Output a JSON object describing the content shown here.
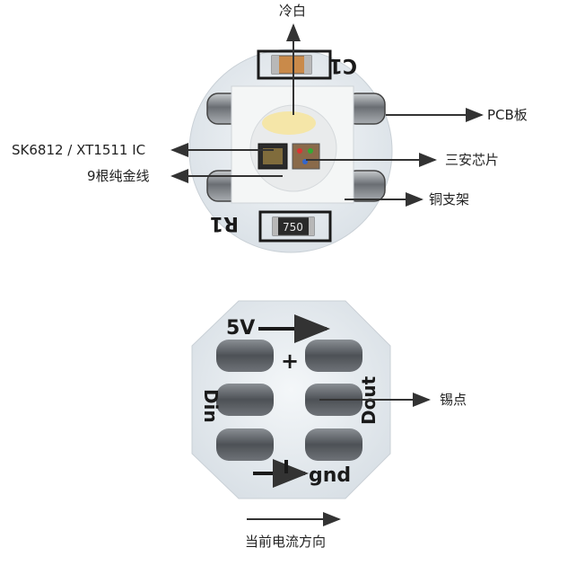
{
  "labels": {
    "cold_white": "冷白",
    "pcb_board": "PCB板",
    "ic_model": "SK6812 / XT1511 IC",
    "three_chips": "三安芯片",
    "gold_wires": "9根纯金线",
    "copper_frame": "铜支架",
    "solder_point": "锡点",
    "current_direction": "当前电流方向"
  },
  "silkscreen": {
    "cap": "C1",
    "res_ref": "R1",
    "res_value": "750",
    "pin_5v": "5V",
    "pin_plus": "+",
    "pin_din": "Din",
    "pin_dout": "Dout",
    "pin_gnd": "gnd"
  },
  "colors": {
    "pcb": "#e9eef2",
    "led_white": "#f3f5f5",
    "phosphor": "#f5e6a8",
    "pad": "#5d6166",
    "line": "#333333"
  }
}
